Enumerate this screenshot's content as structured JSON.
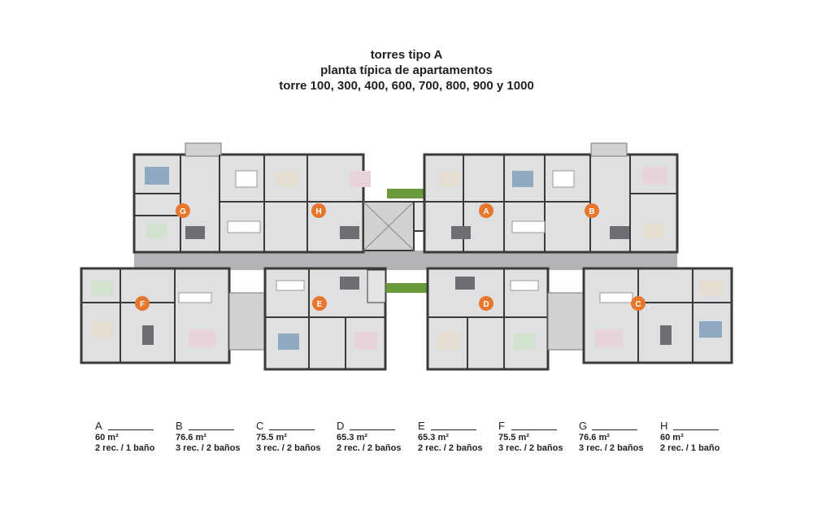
{
  "title": {
    "line1": "torres tipo A",
    "line2": "planta típica de apartamentos",
    "line3": "torre 100, 300, 400, 600, 700, 800, 900 y 1000"
  },
  "colors": {
    "marker": "#e8772e",
    "floor": "#dfe0e1",
    "wall": "#3a3a3a",
    "corridor": "#a7a9ac",
    "green": "#6a9a3a"
  },
  "markers": [
    "G",
    "H",
    "A",
    "B",
    "F",
    "E",
    "D",
    "C"
  ],
  "legend": [
    {
      "letter": "A",
      "area": "60 m²",
      "rooms": "2 rec. / 1 baño"
    },
    {
      "letter": "B",
      "area": "76.6 m²",
      "rooms": "3 rec. / 2 baños"
    },
    {
      "letter": "C",
      "area": "75.5 m²",
      "rooms": "3 rec. / 2 baños"
    },
    {
      "letter": "D",
      "area": "65.3 m²",
      "rooms": "2 rec. / 2 baños"
    },
    {
      "letter": "E",
      "area": "65.3 m²",
      "rooms": "2 rec. / 2 baños"
    },
    {
      "letter": "F",
      "area": "75.5 m²",
      "rooms": "3 rec. / 2 baños"
    },
    {
      "letter": "G",
      "area": "76.6 m²",
      "rooms": "3 rec. / 2 baños"
    },
    {
      "letter": "H",
      "area": "60 m²",
      "rooms": "2 rec. / 1 baño"
    }
  ]
}
